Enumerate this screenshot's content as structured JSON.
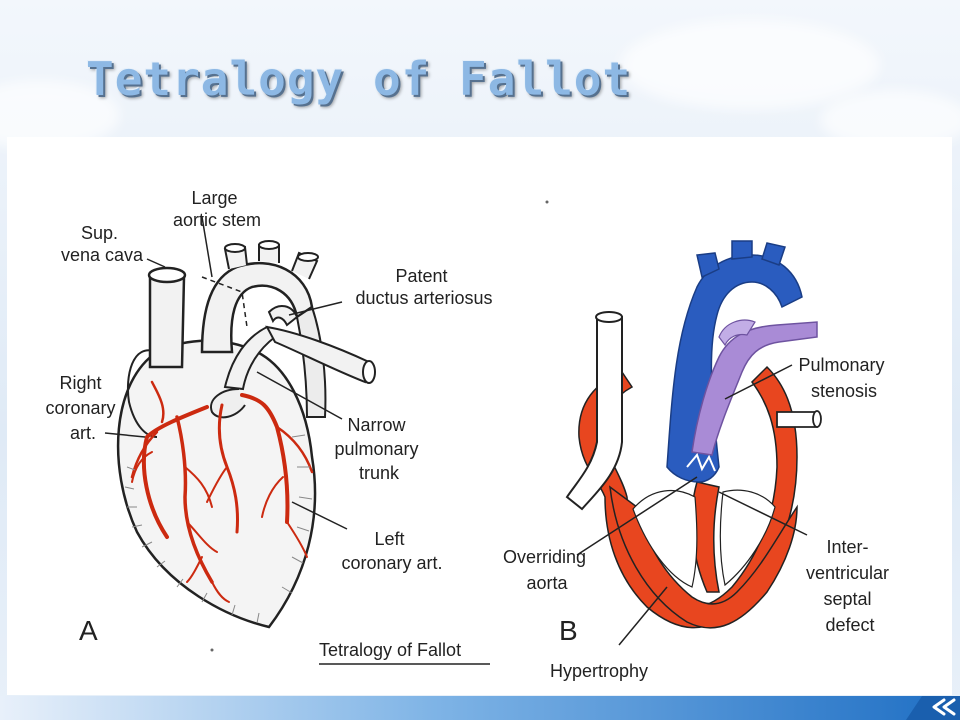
{
  "slide": {
    "title": "Tetralogy of Fallot"
  },
  "figure_a": {
    "panel_letter": "A",
    "labels": {
      "large_aortic_stem": [
        "Large",
        "aortic stem"
      ],
      "sup_vena_cava": [
        "Sup.",
        "vena cava"
      ],
      "patent_ductus": [
        "Patent",
        "ductus arteriosus"
      ],
      "right_coronary": [
        "Right",
        "coronary",
        "art."
      ],
      "narrow_pulmonary": [
        "Narrow",
        "pulmonary",
        "trunk"
      ],
      "left_coronary": [
        "Left",
        "coronary art."
      ]
    },
    "caption": "Tetralogy of Fallot"
  },
  "figure_b": {
    "panel_letter": "B",
    "labels": {
      "pulmonary_stenosis": [
        "Pulmonary",
        "stenosis"
      ],
      "overriding_aorta": [
        "Overriding",
        "aorta"
      ],
      "interventricular": [
        "Inter-",
        "ventricular",
        "septal",
        "defect"
      ],
      "hypertrophy": [
        "Hypertrophy"
      ]
    }
  },
  "colors": {
    "myocardium": "#e8461f",
    "aorta": "#2a5cbf",
    "pulmonary": "#a98bd6",
    "coronary": "#cc2a10",
    "title": "#8db8e4"
  },
  "icons": {
    "nav": "chevron-left-icon"
  }
}
